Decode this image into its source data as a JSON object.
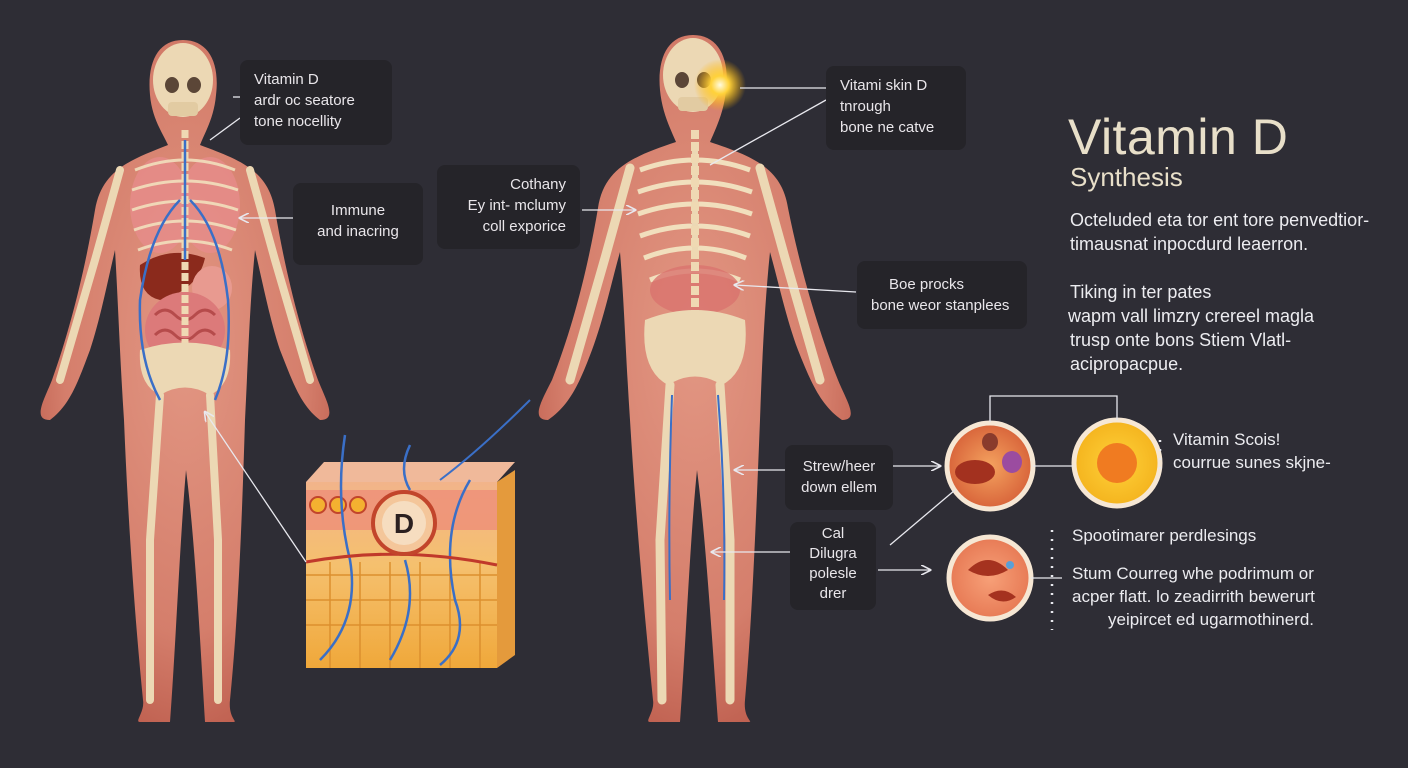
{
  "heading": {
    "title": "Vitamin D",
    "subtitle": "Synthesis"
  },
  "description": {
    "lines": [
      "Octeluded eta tor ent tore penvedtior-",
      "timausnat inpocdurd leaerron."
    ]
  },
  "description2": {
    "lines": [
      "Tiking in ter pates",
      "wapm vall limzry crereel magla",
      "trusp onte bons Stiem Vlatl-",
      "acipropacpue."
    ]
  },
  "callouts": {
    "vitamin_d": [
      "Vitamin D",
      "ardr oc seatore",
      "tone nocellity"
    ],
    "immune": [
      "Immune",
      "and inacring"
    ],
    "cothany": [
      "Cothany",
      "Ey int- mclumy",
      "coll exporice"
    ],
    "vitami_skin": [
      "Vitami skin D",
      "tnrough",
      "bone ne catve"
    ],
    "boe_procks": [
      "Boe procks",
      "bone weor stanplees"
    ],
    "strewheer": [
      "Strew/heer",
      "down ellem"
    ],
    "cal": [
      "Cal",
      "Dilugra",
      "polesle",
      "drer"
    ]
  },
  "cells_panel": {
    "label1": [
      "Vitamin Scois!",
      "courrue sunes skjne-"
    ],
    "label2": "Spootimarer perdlesings",
    "label3": [
      "Stum Courreg whe podrimum or",
      "acper flatt. lo zeadirrith bewerurt",
      "yeipircet ed ugarmothinerd."
    ]
  },
  "skin_badge": "D",
  "colors": {
    "background": "#2e2d35",
    "callout_bg": "#252429",
    "title": "#e8dfc9",
    "text": "#ececf0",
    "skin": "#e58b73",
    "bone": "#ecd8b4",
    "vein": "#3a6fc7",
    "sun_glow": "#ffd23a"
  }
}
